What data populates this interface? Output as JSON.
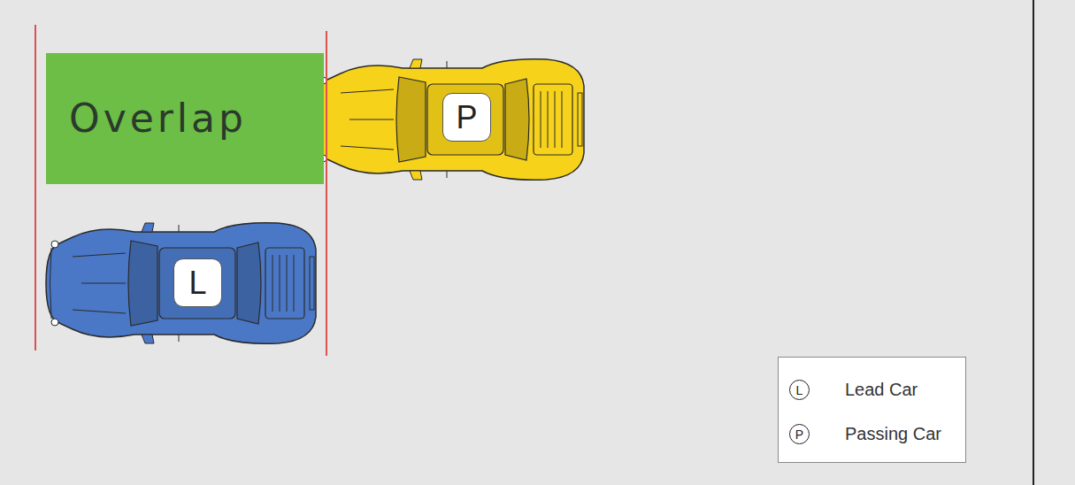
{
  "diagram": {
    "nodes": [
      {
        "text": [
          "Overlap"
        ]
      },
      {
        "text": [
          "P"
        ]
      },
      {
        "text": [
          "L"
        ]
      },
      {
        "text": [
          "L"
        ]
      },
      {
        "text": [
          "P"
        ]
      }
    ],
    "legend": [
      {
        "text": "Lead Car"
      },
      {
        "text": "Passing Car"
      }
    ]
  }
}
